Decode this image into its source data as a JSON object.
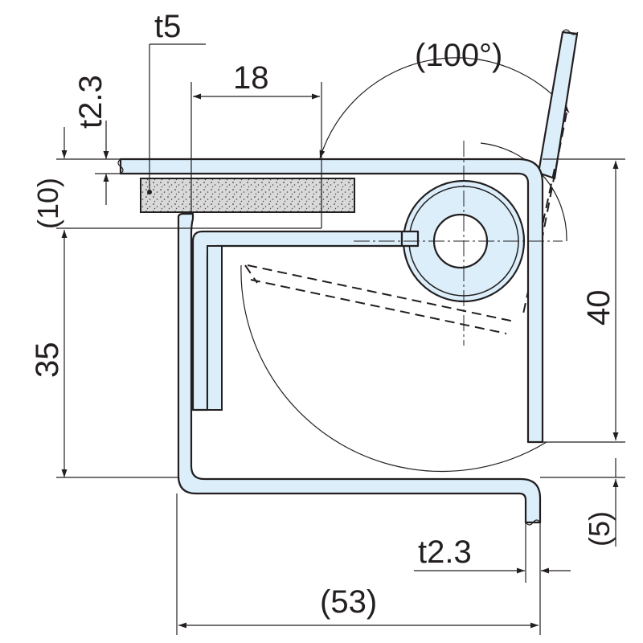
{
  "dimensions": {
    "t5": "t5",
    "t2_3_top": "t2.3",
    "width_18": "18",
    "angle_100": "(100°)",
    "height_10": "(10)",
    "height_35": "35",
    "height_40": "40",
    "height_5": "(5)",
    "t2_3_bottom": "t2.3",
    "width_53": "(53)"
  }
}
